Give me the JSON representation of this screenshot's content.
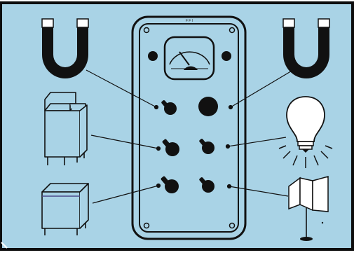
{
  "colors": {
    "background": "#a9d3e6",
    "border": "#0d0d0d",
    "ink": "#161616",
    "panel_fill": "#a9d3e6",
    "bulb_fill": "#ffffff",
    "corner_mark": "#ffffff"
  },
  "panel": {
    "label": "F F I"
  },
  "parts": [
    {
      "name": "horseshoe-magnet-left-icon",
      "kind": "magnet"
    },
    {
      "name": "horseshoe-magnet-right-icon",
      "kind": "magnet"
    },
    {
      "name": "tall-cabinet-icon",
      "kind": "cabinet"
    },
    {
      "name": "light-bulb-icon",
      "kind": "bulb"
    },
    {
      "name": "short-cabinet-icon",
      "kind": "cabinet"
    },
    {
      "name": "folding-screen-icon",
      "kind": "screen"
    }
  ],
  "controls": {
    "meter": "analog-meter-icon",
    "knobs": [
      "knob-top-left",
      "knob-top-right-large",
      "knob-middle-left",
      "knob-middle-right",
      "knob-bottom-left",
      "knob-bottom-right"
    ]
  }
}
